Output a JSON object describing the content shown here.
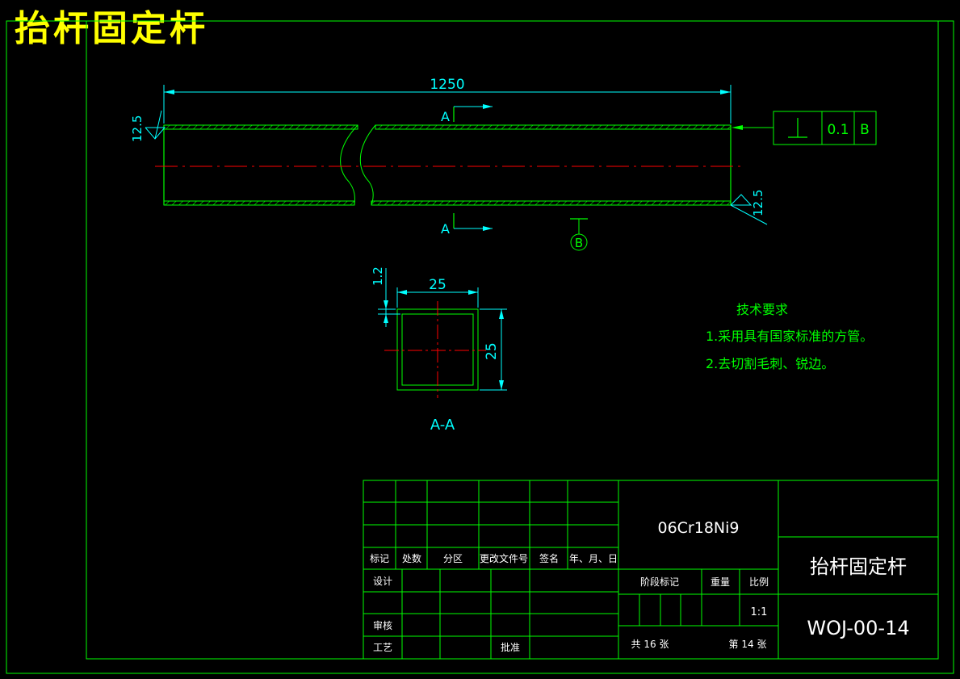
{
  "title": "抬杆固定杆",
  "dims": {
    "length": "1250",
    "roughness_left": "12.5",
    "roughness_right": "12.5",
    "section_mark": "A",
    "section_mark_bottom": "A",
    "datum": "B",
    "tolerance_value": "0.1",
    "tolerance_datum": "B",
    "wall": "1.2",
    "width": "25",
    "height": "25",
    "section_label": "A-A"
  },
  "tech_notes": {
    "heading": "技术要求",
    "line1": "1.采用具有国家标准的方管。",
    "line2": "2.去切割毛刺、锐边。"
  },
  "title_block": {
    "headers": [
      "标记",
      "处数",
      "分区",
      "更改文件号",
      "签名",
      "年、月、日"
    ],
    "design": "设计",
    "review": "审核",
    "process": "工艺",
    "approve": "批准",
    "stage_mark": "阶段标记",
    "weight": "重量",
    "scale_label": "比例",
    "scale": "1:1",
    "material": "06Cr18Ni9",
    "part_name": "抬杆固定杆",
    "drawing_no": "WOJ-00-14",
    "total_sheets": "共 16 张",
    "sheet_no": "第 14 张"
  },
  "colors": {
    "frame": "#00ff00",
    "dimension": "#00ffff",
    "centerline": "#ff0000",
    "title": "#ffff00",
    "text": "#ffffff"
  }
}
